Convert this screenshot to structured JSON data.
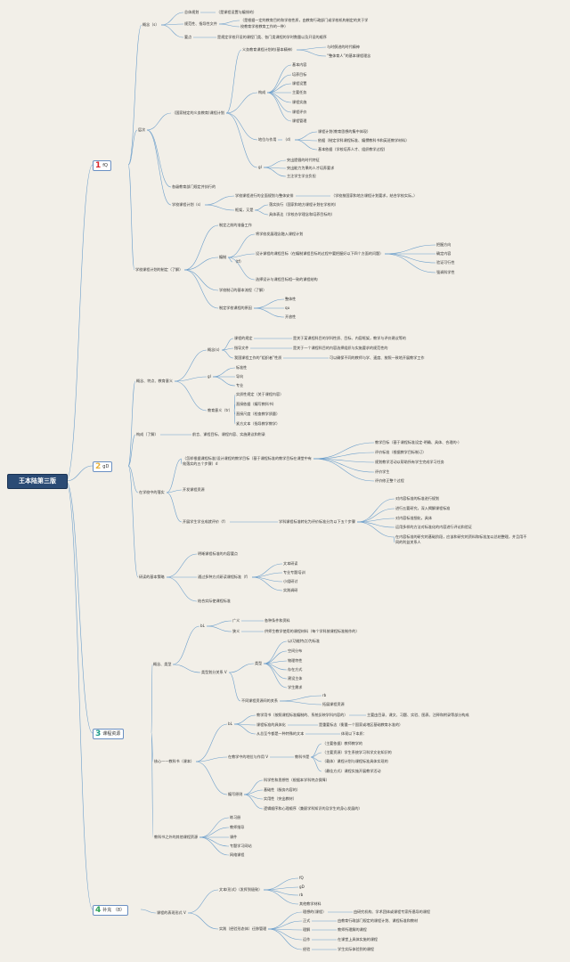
{
  "title": "王本陆第三版",
  "colors": {
    "s1": "#d9262c",
    "s2": "#e8b23a",
    "s3": "#1a9a88",
    "s4": "#2e9f56",
    "line": "#6d9fcb",
    "root": "#2b4b75"
  },
  "sections": [
    {
      "num": "1",
      "label": "fQ"
    },
    {
      "num": "2",
      "label": "gD"
    },
    {
      "num": "3",
      "label": "课程资源"
    },
    {
      "num": "4",
      "label": "补充 （8）"
    }
  ],
  "n": {
    "a1": "概念（s）",
    "a1a": "总体规划",
    "a1a1": "（是课程设置与编排的）",
    "a1b": "规范性、指导性文件",
    "a1b1": "（是根据一定的教育目的和学校性质，由教育行政部门或学校机构制定的关于学",
    "a1b2": "校教育学校教育工作的一种）",
    "a1c": "要点",
    "a1c1": "是规定学校开设的课程门类、各门类课程的学时数量以及开设的顺序",
    "a2": "层次",
    "a2a": "（国家制定的义务教育)课程计划",
    "a2a1": "义务教育课程计划的(基本精神）",
    "a2a1a": "与时俱进的时代精神",
    "a2a1b": "“整体育人”的基本课程理念",
    "a2a2": "构成",
    "a2a2a": "基本内容",
    "a2a2b": "培养目标",
    "a2a2c": "课程设置",
    "a2a2d": "主要任务",
    "a2a2e": "课程实施",
    "a2a2f": "课程评价",
    "a2a2g": "课程管理",
    "a2a3": "地位与作用",
    "a2a3x": "（d）",
    "a2a3a": "课程计划(教育思想的集中体现）",
    "a2a3b": "依据（制定学科课程标准、编撰教科书和英班教学材料）",
    "a2a3c": "基本依据（学校培养人才、组织教学过程)",
    "a2a4": "gl",
    "a2a4a": "突出提倡的时代特征",
    "a2a4b": "突出能力为果的人才培养要求",
    "a2a4c": "主注学生学业负担",
    "a2b": "各级教育部门规定并执行的",
    "a2c": "学校课程计划（s）",
    "a2c1": "学校课程进行的全面规划与整体安排",
    "a2c1a": "（学校按国家和地方课程计划要求，结合学校实际。）",
    "a2c2": "框架，又是",
    "a2c2a": "落实执行（国家和地方课程计划在学校的）",
    "a2c2b": "具体表达（学校办学理念和培养目标的）",
    "a3": "学校课程计划的制定（了解）",
    "a3a": "制定之前的准备工作",
    "a3b": "编制",
    "a3bx": "（tf）",
    "a3b1": "将学校发展理念融入课程计划",
    "a3b2": "设计课程的课程目标（在编制课程目标的过程中要把握好以下四个方面的问题）",
    "a3b2a": "把握方向",
    "a3b2b": "确定内容",
    "a3b2c": "验证可行性",
    "a3b2d": "强调科学性",
    "a3b3": "选择设计与课程目标相一致的课程结构",
    "a3c": "学校制订的基本流程（了解）",
    "a3d": "制定学校课程的原因",
    "a3d1": "整体性",
    "a3d2": "qu",
    "a3d3": "开放性",
    "b1": "概念、特点、教育意义",
    "b1a": "概念(s)",
    "b1a1": "课程的规定",
    "b1a1a": "是关于某课程科目的学科性质、目标、内容框架，教学与评价建议等的",
    "b1a2": "指导文件",
    "b1a2a": "是关于一个课程科目的内容选择组织与实施要求的规范性的",
    "b1a3": "我国课程工作的“组织者”性质",
    "b1a3a": "可以确保不同的教师与学、速度、按照一致地开展教学工作",
    "b1b": "gl",
    "b1b1": "标准性",
    "b1b2": "导向",
    "b1b3": "专业",
    "b1c": "教育意义（tr）",
    "b1c1": "实质性规定（关于课程内容）",
    "b1c2": "直接依据（编写教科书)",
    "b1c3": "直接尺度（检查教学质量）",
    "b1c4": "紧方文本（指导教学教学）",
    "b2": "构成（了解）",
    "b2a": "前言、课程目标、课程内容、实施建议和附录",
    "b3": "在学校中的落实",
    "b3a": "（怎样根据课程标准)设计课程的教学目标（基于课程标准的教学目标在课堂中有",
    "b3ax": "效落实的五个步骤）d",
    "b3a1": "教学目标（基于课程标准设定-明确、具体、合理的-）",
    "b3a2": "评价标准（根据教学目标制订）",
    "b3a3": "规划教学活动以帮助所有学生完成学习任务",
    "b3a4": "评价学生",
    "b3a5": "评价修正整个过程",
    "b3b": "开发课程资源",
    "b3c": "开展学生学业成就评价（f）",
    "b3c1": "学科课程标准转化为评价标准分为以下五个步骤",
    "b3c1a": "对内容标准的标准进行规划",
    "b3c1b": "进行五要研究，深入揭解课程标准",
    "b3c1c": "对内容标准细化，具体",
    "b3c1d": "运用多样的方法对标准化的内容进行评论和验证",
    "b3c1e": "在内容标准的研究的基础阶段，应该和研究的资料和标准加以总结整理，并且用不",
    "b3c1f": "同的利益关系人",
    "b4": "研读的基本策略",
    "b4a": "明晰课程标准的内容要点",
    "b4b": "通过多种方式研读课程标准（f）",
    "b4b1": "文本研读",
    "b4b2": "专业专题培训",
    "b4b3": "小组研讨",
    "b4b4": "实践调研",
    "b4c": "结合实际使课程标准",
    "c1": "概念、类型",
    "c1a": "bL",
    "c1a1": "广义",
    "c1a1a": "各种条件和资料",
    "c1a2": "狭义",
    "c1a2a": "供师生教学使用的课程材料（每个学科按课程标准制作的）",
    "c1b": "类型划分关系 V",
    "c1b1": "类型",
    "c1b1a": "以(功能特点)为标准",
    "c1b1b": "空间分布",
    "c1b1c": "物理特性",
    "c1b1d": "存在方式",
    "c1b1e": "建设主体",
    "c1b1f": "学生需求",
    "c1b2": "不同课程资源间的关系",
    "c1b2a": "rb",
    "c1b2b": "拓展课程资源",
    "c2": "核心——教科书（课本）",
    "c2a": "bL",
    "c2a1": "教学用书（按照课程标准编制的、系统反映学科内容的）",
    "c2a1a": "主要由目录、课文、习题、实验、图表、注释和附录等部分构成",
    "c2a2": "课程标准的具体化",
    "c2a2a": "是重要标志（衡量一个国家或地区基础教育水准的）",
    "c2a3": "从总至今都是一种特殊的文本",
    "c2a3a": "体现以下本质：",
    "c2b": "在教学中的地位与作用 V",
    "c2b1": "教科书是",
    "c2b1a": "（主要依据）教师教学的",
    "c2b1b": "（主要资源）学生系统学习科学文化知识的",
    "c2b1c": "（载体）课程计划与课程标准具体实现的",
    "c2b1d": "（最佳方式）课程实施开展教学活动",
    "c2c": "编写原则",
    "c2c1": "科学性和思想性（根据本学科特点保障）",
    "c2c2": "基础性（服务内容的）",
    "c2c3": "实用性（突出教材）",
    "c2c4": "逻辑顺序和心理顺序（兼顾学科知识的及学生的身心发展的）",
    "c3": "教科书之外的其他课程资源",
    "c3a": "练习册",
    "c3b": "教师指导",
    "c3c": "课件",
    "c3d": "专题学习网站",
    "c3e": "网络课程",
    "d1": "课程的表现形式 V",
    "d1a": "文本(形式)（发挥到极致）",
    "d1a1": "fQ",
    "d1a2": "gD",
    "d1a3": "rb",
    "d1a4": "其他教学材料",
    "d1b": "实践（经验形态体）迁移管理",
    "d1b1": "理想的(课程）",
    "d1b1a": "由研究机构、学术团体或课程专家所倡导的课程",
    "d1b2": "正式",
    "d1b2a": "由教育行政部门规定的课程计划、课程标准和教材",
    "d1b3": "理解",
    "d1b3a": "教师所理解的课程",
    "d1b4": "运作",
    "d1b4a": "在课堂上具体实施的课程",
    "d1b5": "经验",
    "d1b5a": "学生实际体验到的课程"
  }
}
